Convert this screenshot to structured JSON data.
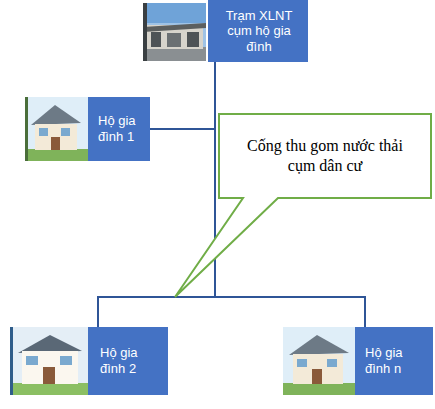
{
  "diagram": {
    "nodes": [
      {
        "text": [
          "Trạm XLNT cụm hộ gia đình"
        ]
      },
      {
        "text": [
          "Hộ gia đình 1"
        ]
      },
      {
        "text": [
          "Cống thu gom nước thải cụm dân cư"
        ]
      },
      {
        "text": [
          "Hộ gia đình 2"
        ]
      },
      {
        "text": [
          "Hộ gia đình n"
        ]
      }
    ],
    "edges": [
      {
        "from": 1,
        "to": 0,
        "arrow": "none"
      },
      {
        "from": 3,
        "to": 0,
        "arrow": "none"
      },
      {
        "from": 4,
        "to": 0,
        "arrow": "none"
      }
    ]
  }
}
